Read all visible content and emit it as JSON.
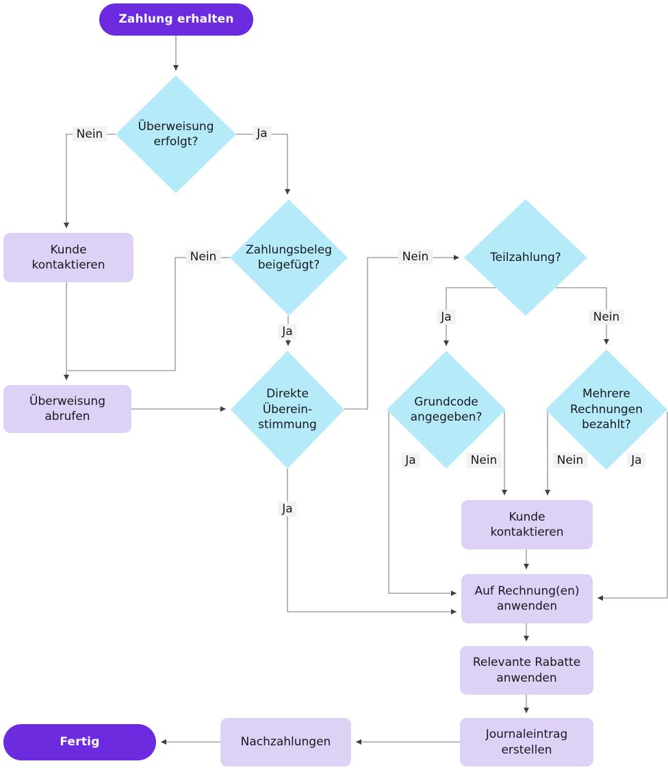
{
  "theme": {
    "brand": "#6d2be0",
    "diamond": "#b5eaf8",
    "process": "#ddd2f6",
    "ink": "#17171f",
    "line": "#8f8f8f",
    "arrow": "#3f3f3f",
    "chip-bg": "#f2f2f2",
    "bg": "#ffffff"
  },
  "diagram": {
    "nodes": {
      "start": {
        "label": "Zahlung erhalten",
        "type": "start"
      },
      "d_ueberweisung": {
        "label": "Überweisung\nerfolgt?",
        "type": "decision"
      },
      "p_kunde1": {
        "label": "Kunde\nkontaktieren",
        "type": "process"
      },
      "d_zahlungsbeleg": {
        "label": "Zahlungsbeleg\nbeigefügt?",
        "type": "decision"
      },
      "d_teilzahlung": {
        "label": "Teilzahlung?",
        "type": "decision"
      },
      "p_ueberweisung_abrufen": {
        "label": "Überweisung\nabrufen",
        "type": "process"
      },
      "d_direkte": {
        "label": "Direkte\nÜberein-\nstimmung",
        "type": "decision"
      },
      "d_grundcode": {
        "label": "Grundcode\nangegeben?",
        "type": "decision"
      },
      "d_mehrere": {
        "label": "Mehrere\nRechnungen\nbezahlt?",
        "type": "decision"
      },
      "p_kunde2": {
        "label": "Kunde\nkontaktieren",
        "type": "process"
      },
      "p_auf_rechnung": {
        "label": "Auf Rechnung(en)\nanwenden",
        "type": "process"
      },
      "p_rabatte": {
        "label": "Relevante Rabatte\nanwenden",
        "type": "process"
      },
      "p_journal": {
        "label": "Journaleintrag\nerstellen",
        "type": "process"
      },
      "p_nachzahlungen": {
        "label": "Nachzahlungen",
        "type": "process"
      },
      "end": {
        "label": "Fertig",
        "type": "end"
      }
    },
    "edge_labels": {
      "ueberweisung_nein": "Nein",
      "ueberweisung_ja": "Ja",
      "zahlungsbeleg_nein": "Nein",
      "zahlungsbeleg_ja": "Ja",
      "direkte_nein": "Nein",
      "direkte_ja": "Ja",
      "teilzahlung_ja": "Ja",
      "teilzahlung_nein": "Nein",
      "grundcode_ja": "Ja",
      "grundcode_nein": "Nein",
      "mehrere_nein": "Nein",
      "mehrere_ja": "Ja"
    }
  }
}
